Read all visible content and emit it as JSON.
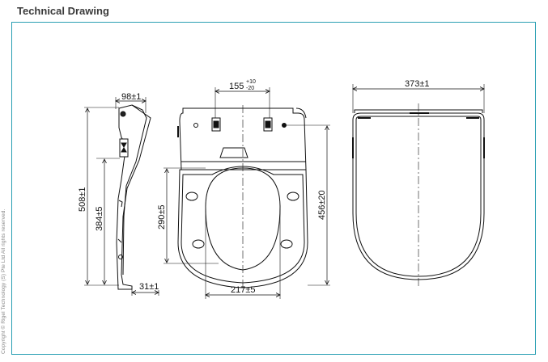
{
  "header": {
    "title": "Technical Drawing"
  },
  "footer": {
    "copyright": "Copyright © Rigel Technology (S) Pte Ltd All rights reserved."
  },
  "dimensions": {
    "side_top_width": "98±1",
    "side_height_total": "508±1",
    "side_height_inner": "384±5",
    "side_bottom": "31±1",
    "front_top_span": "155",
    "front_top_tol_upper": "+10",
    "front_top_tol_lower": "-20",
    "front_opening_height": "290±5",
    "front_bottom_width": "217±5",
    "front_total_length": "456±20",
    "top_width": "373±1"
  },
  "colors": {
    "frame": "#2a9fb3",
    "line": "#111111",
    "title": "#3a3a3a"
  }
}
